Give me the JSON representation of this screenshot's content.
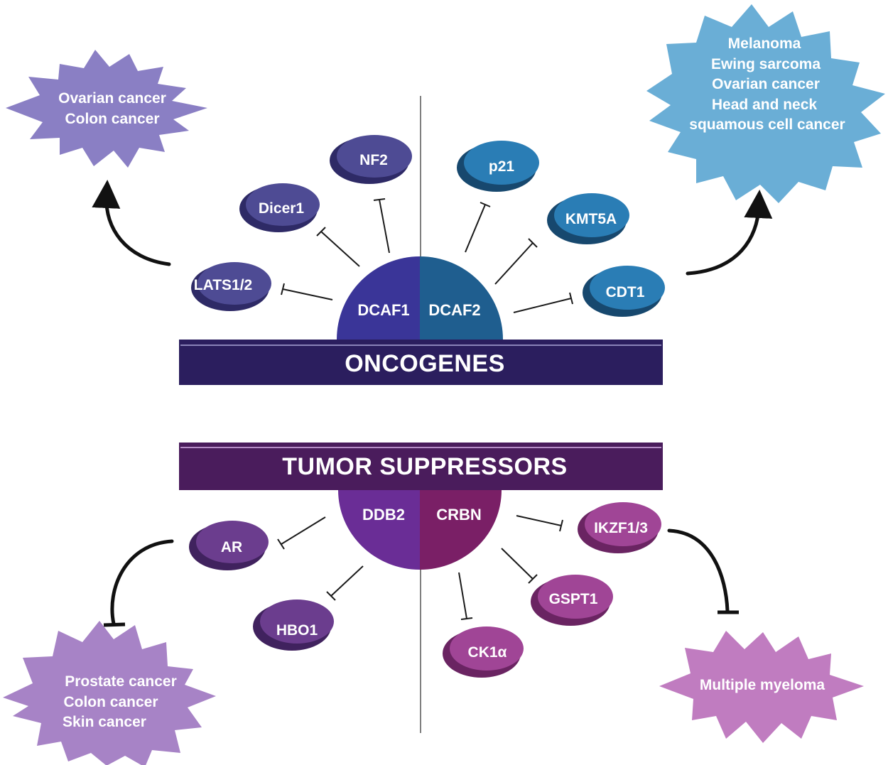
{
  "oncogenes": {
    "title": "ONCOGENES",
    "left_ligase": "DCAF1",
    "right_ligase": "DCAF2",
    "left_targets": [
      "LATS1/2",
      "Dicer1",
      "NF2"
    ],
    "right_targets": [
      "p21",
      "KMT5A",
      "CDT1"
    ],
    "left_cancers": [
      "Ovarian cancer",
      "Colon cancer"
    ],
    "right_cancers": [
      "Melanoma",
      "Ewing sarcoma",
      "Ovarian cancer",
      "Head and neck",
      "squamous cell cancer"
    ]
  },
  "tumor_suppressors": {
    "title": "TUMOR SUPPRESSORS",
    "left_ligase": "DDB2",
    "right_ligase": "CRBN",
    "left_targets": [
      "AR",
      "HBO1"
    ],
    "right_targets": [
      "IKZF1/3",
      "GSPT1",
      "CK1α"
    ],
    "left_cancers": [
      "Prostate cancer",
      "Colon cancer",
      "Skin cancer"
    ],
    "right_cancers": [
      "Multiple myeloma"
    ]
  },
  "colors": {
    "onco_bar": "#2b1e5e",
    "tumor_bar": "#4a1c5c",
    "dcaf1": "#3a3598",
    "dcaf2": "#1f5e8f",
    "ddb2": "#6a2d96",
    "crbn": "#7a1f66",
    "onco_left_node": "#4e4b94",
    "onco_right_node": "#2a7db5",
    "tumor_left_node": "#6b3d8e",
    "tumor_right_node": "#a04596",
    "star_onco_left": "#8a7fc4",
    "star_onco_right": "#6aaed6",
    "star_tumor_left": "#a783c6",
    "star_tumor_right": "#c07cc0"
  }
}
